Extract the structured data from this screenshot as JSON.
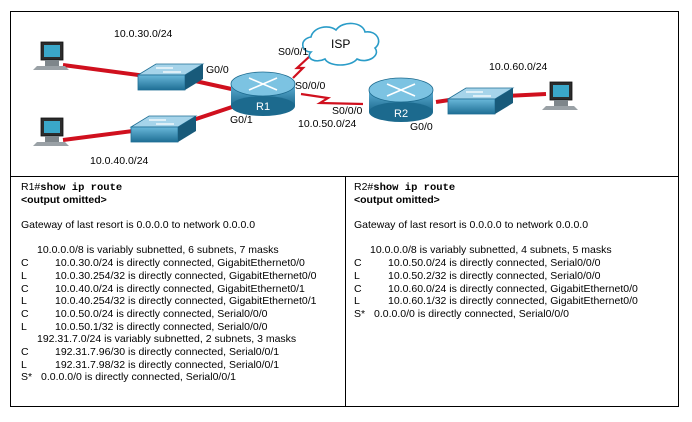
{
  "topology": {
    "labels": {
      "lan_r1_g00": "10.0.30.0/24",
      "lan_r1_g01": "10.0.40.0/24",
      "lan_r2_g00": "10.0.60.0/24",
      "serial_link": "10.0.50.0/24",
      "r1_g00": "G0/0",
      "r1_g01": "G0/1",
      "r1_s001": "S0/0/1",
      "r1_s000": "S0/0/0",
      "r2_s000": "S0/0/0",
      "r2_g00": "G0/0",
      "isp": "ISP",
      "r1": "R1",
      "r2": "R2"
    },
    "colors": {
      "link": "#d0101e",
      "router": "#2a7ea4",
      "switch": "#2e86ab",
      "serial": "#d0101e"
    }
  },
  "r1_panel": {
    "prompt": "R1#",
    "command": "show ip route",
    "omitted": "<output omitted>",
    "gateway": "Gateway of last resort is 0.0.0.0 to network 0.0.0.0",
    "subnet_header_1": "10.0.0.0/8 is variably subnetted, 6 subnets, 7 masks",
    "routes_1": [
      {
        "code": "C",
        "text": "10.0.30.0/24 is directly connected, GigabitEthernet0/0"
      },
      {
        "code": "L",
        "text": "10.0.30.254/32 is directly connected, GigabitEthernet0/0"
      },
      {
        "code": "C",
        "text": "10.0.40.0/24 is directly connected, GigabitEthernet0/1"
      },
      {
        "code": "L",
        "text": "10.0.40.254/32 is directly connected, GigabitEthernet0/1"
      },
      {
        "code": "C",
        "text": "10.0.50.0/24 is directly connected, Serial0/0/0"
      },
      {
        "code": "L",
        "text": "10.0.50.1/32 is directly connected, Serial0/0/0"
      }
    ],
    "subnet_header_2": "192.31.7.0/24 is variably subnetted, 2 subnets, 3 masks",
    "routes_2": [
      {
        "code": "C",
        "text": "192.31.7.96/30 is directly connected, Serial0/0/1"
      },
      {
        "code": "L",
        "text": "192.31.7.98/32 is directly connected, Serial0/0/1"
      }
    ],
    "default_route": {
      "code": "S*",
      "text": "0.0.0.0/0 is directly connected, Serial0/0/1"
    }
  },
  "r2_panel": {
    "prompt": "R2#",
    "command": "show ip route",
    "omitted": "<output omitted>",
    "gateway": "Gateway of last resort is 0.0.0.0 to network 0.0.0.0",
    "subnet_header_1": "10.0.0.0/8 is variably subnetted, 4 subnets, 5 masks",
    "routes_1": [
      {
        "code": "C",
        "text": "10.0.50.0/24 is directly connected, Serial0/0/0"
      },
      {
        "code": "L",
        "text": "10.0.50.2/32 is directly connected, Serial0/0/0"
      },
      {
        "code": "C",
        "text": "10.0.60.0/24 is directly connected, GigabitEthernet0/0"
      },
      {
        "code": "L",
        "text": "10.0.60.1/32 is directly connected, GigabitEthernet0/0"
      }
    ],
    "default_route": {
      "code": "S*",
      "text": "0.0.0.0/0 is directly connected, Serial0/0/0"
    }
  }
}
